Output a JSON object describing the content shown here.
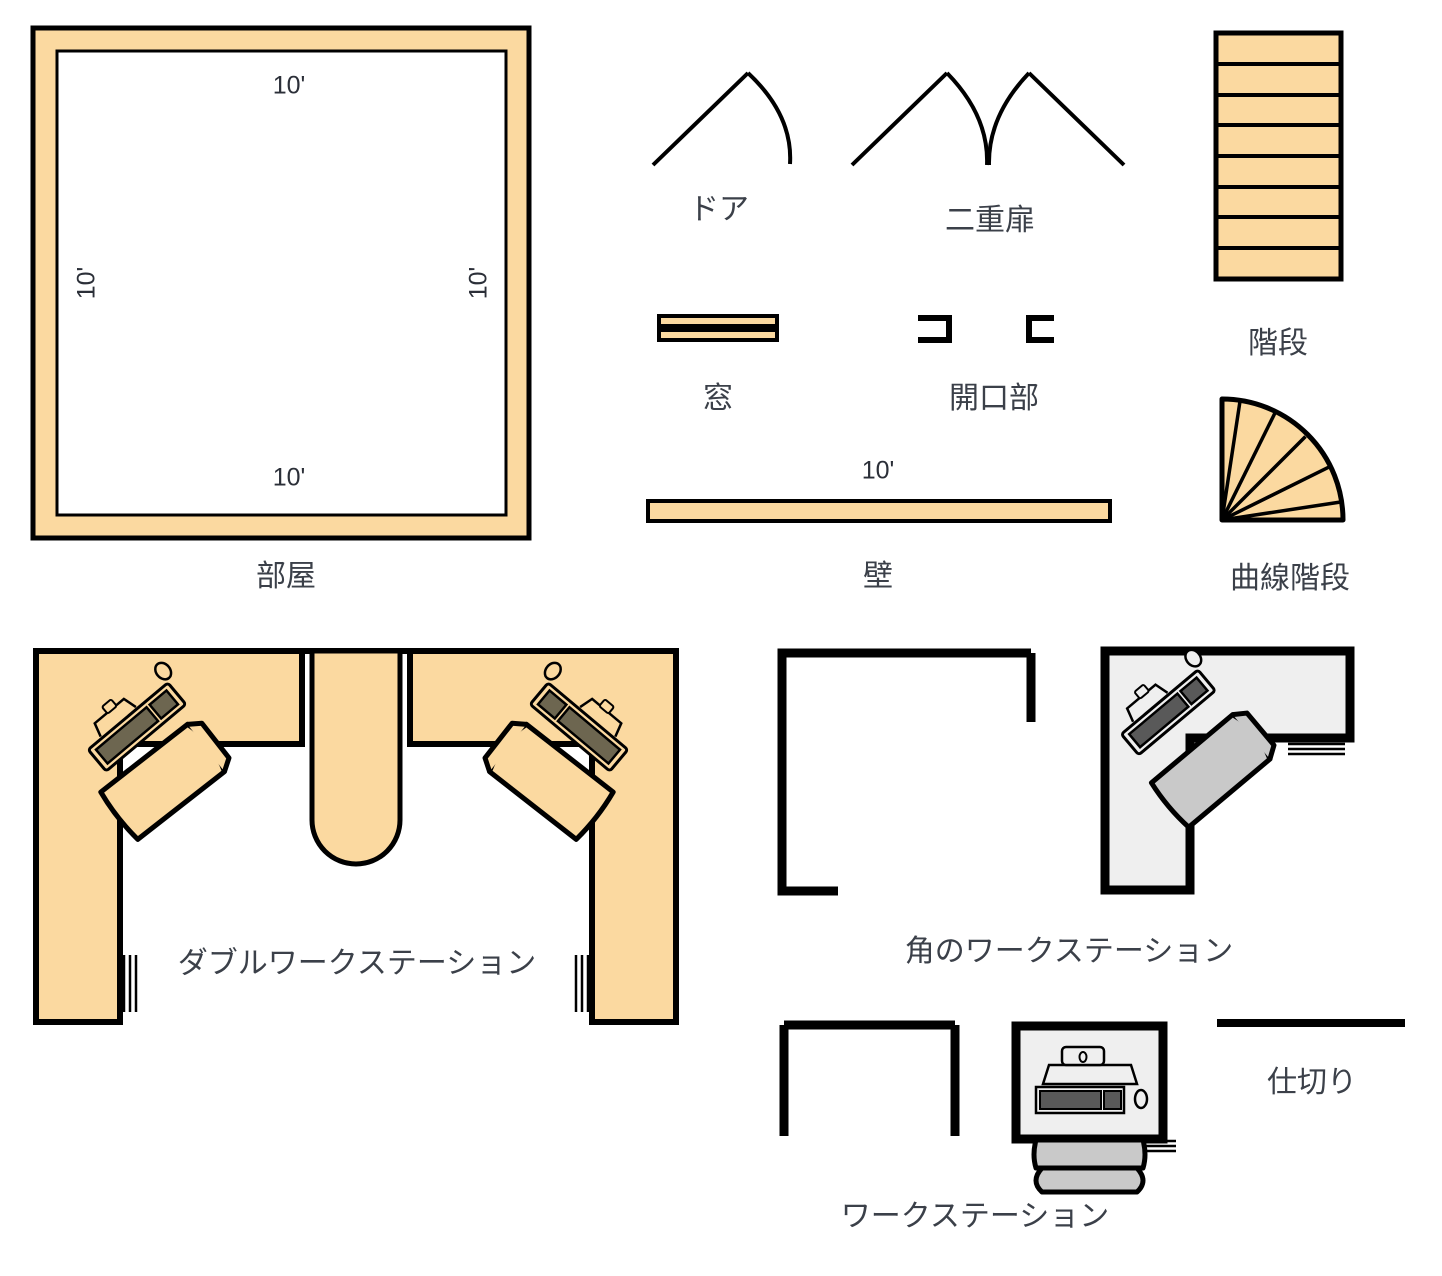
{
  "diagram": {
    "title": "floor-plan-symbol-legend",
    "background_color": "#ffffff"
  },
  "colors": {
    "wall_fill": "#fbd9a0",
    "outline": "#000000",
    "label_text": "#3b4049",
    "dimension_text": "#2b2f38",
    "desk_gray_fill": "#efefef",
    "chair_gray_fill": "#c9c9c9",
    "screen_dark": "#595959",
    "screen_olive": "#6d6650"
  },
  "symbols": {
    "room": {
      "label": "部屋",
      "dimensions": {
        "top": "10'",
        "right": "10'",
        "bottom": "10'",
        "left": "10'"
      }
    },
    "door": {
      "label": "ドア"
    },
    "double_door": {
      "label": "二重扉"
    },
    "window": {
      "label": "窓"
    },
    "opening": {
      "label": "開口部"
    },
    "stairs": {
      "label": "階段",
      "step_count": 8
    },
    "curved_stairs": {
      "label": "曲線階段",
      "segment_count": 7
    },
    "wall": {
      "label": "壁",
      "dimension": "10'"
    },
    "double_workstation": {
      "label": "ダブルワークステーション"
    },
    "corner_workstation": {
      "label": "角のワークステーション"
    },
    "workstation": {
      "label": "ワークステーション"
    },
    "partition": {
      "label": "仕切り"
    }
  }
}
